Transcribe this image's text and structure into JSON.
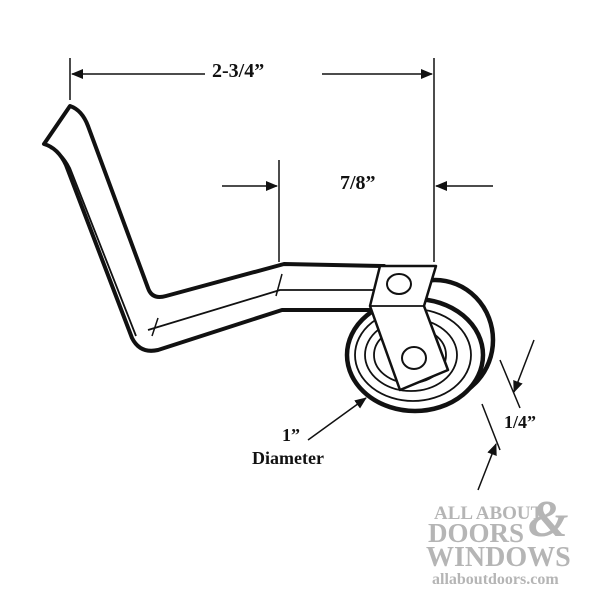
{
  "diagram": {
    "subject": "Sliding screen door roller with bent steel bracket",
    "dimensions": {
      "overall_length": "2-3/4”",
      "bracket_offset": "7/8”",
      "wheel_diameter_value": "1”",
      "wheel_diameter_label": "Diameter",
      "wheel_width": "1/4”"
    }
  },
  "watermark": {
    "line1": "ALL ABOUT",
    "line2": "DOORS",
    "ampersand": "&",
    "line3": "WINDOWS",
    "url": "allaboutdoors.com",
    "color": "#b5b5b5"
  },
  "colors": {
    "line": "#111111",
    "background": "#ffffff"
  }
}
